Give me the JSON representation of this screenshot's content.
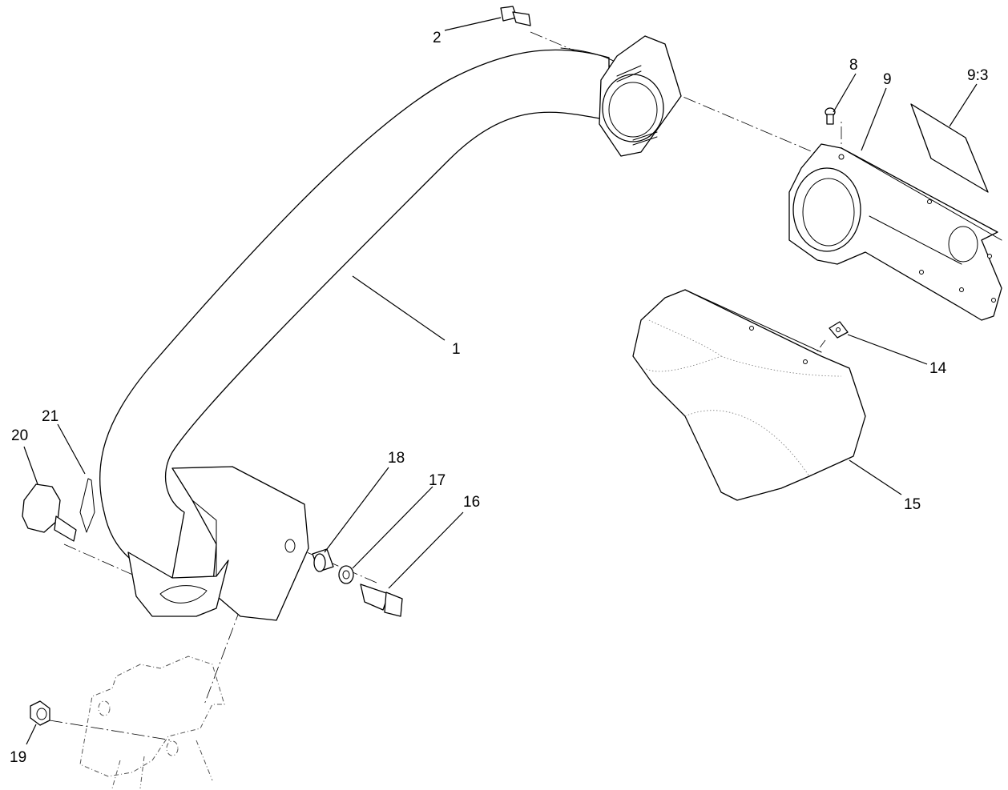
{
  "diagram": {
    "callouts": [
      {
        "id": "1",
        "label": "1"
      },
      {
        "id": "2",
        "label": "2"
      },
      {
        "id": "8",
        "label": "8"
      },
      {
        "id": "9",
        "label": "9"
      },
      {
        "id": "9-3",
        "label": "9:3"
      },
      {
        "id": "14",
        "label": "14"
      },
      {
        "id": "15",
        "label": "15"
      },
      {
        "id": "16",
        "label": "16"
      },
      {
        "id": "17",
        "label": "17"
      },
      {
        "id": "18",
        "label": "18"
      },
      {
        "id": "19",
        "label": "19"
      },
      {
        "id": "20",
        "label": "20"
      },
      {
        "id": "21",
        "label": "21"
      }
    ]
  }
}
